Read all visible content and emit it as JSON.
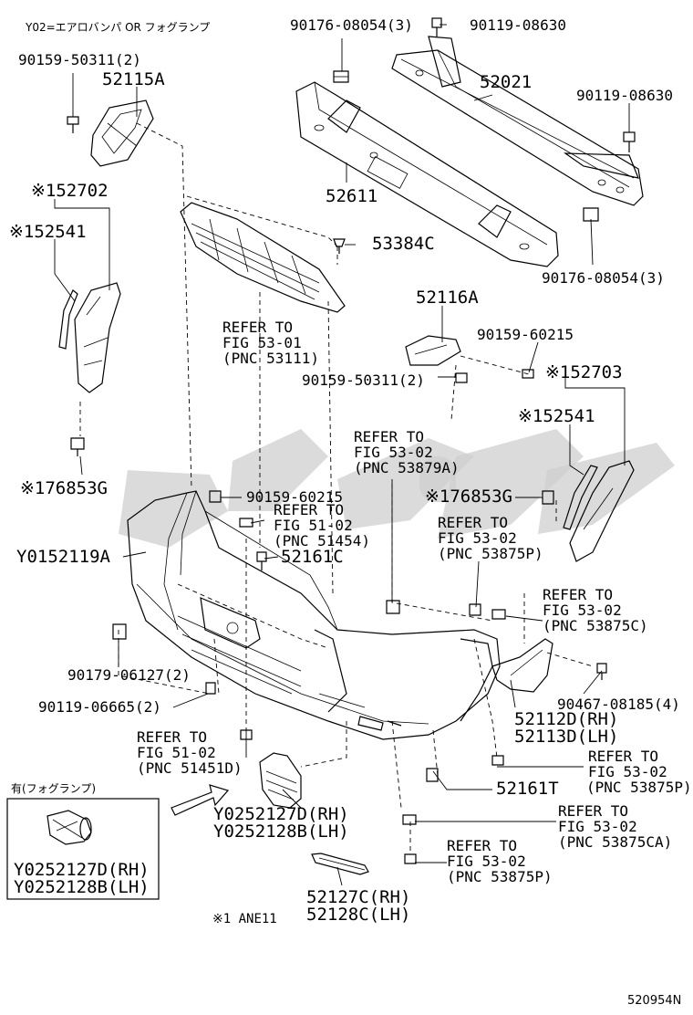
{
  "header_note": "Y02=エアロバンパ OR フォグランプ",
  "footnote": "※1 ANE11",
  "figure_code": "520954N",
  "inset_title": "有(フォグランプ)",
  "parts": {
    "p90176_top": "90176-08054(3)",
    "p90119_top": "90119-08630",
    "p90159_50311_a": "90159-50311(2)",
    "p52115A": "52115A",
    "p52021": "52021",
    "p90119_right": "90119-08630",
    "p52702": "※152702",
    "p52611": "52611",
    "p52541_left": "※152541",
    "p53384C": "53384C",
    "p90176_right": "90176-08054(3)",
    "p52116A": "52116A",
    "p90159_60215_a": "90159-60215",
    "p90159_50311_b": "90159-50311(2)",
    "p52703": "※152703",
    "p52541_right": "※152541",
    "p76853G_left": "※176853G",
    "p90159_60215_b": "90159-60215",
    "p76853G_right": "※176853G",
    "pY0152119A": "Y0152119A",
    "p52161C": "52161C",
    "p90179": "90179-06127(2)",
    "p90119_06665": "90119-06665(2)",
    "p52112D": "52112D(RH)",
    "p52113D": "52113D(LH)",
    "p90467": "90467-08185(4)",
    "p52161T": "52161T",
    "pY0252127D": "Y0252127D(RH)",
    "pY0252128B": "Y0252128B(LH)",
    "pY0252127D_inset": "Y0252127D(RH)",
    "pY0252128B_inset": "Y0252128B(LH)",
    "p52127C": "52127C(RH)",
    "p52128C": "52128C(LH)"
  },
  "refs": {
    "r53111": {
      "l1": "REFER TO",
      "l2": "FIG 53-01",
      "l3": "(PNC 53111)"
    },
    "r53879A": {
      "l1": "REFER TO",
      "l2": "FIG 53-02",
      "l3": "(PNC 53879A)"
    },
    "r51454": {
      "l1": "REFER TO",
      "l2": "FIG 51-02",
      "l3": "(PNC 51454)"
    },
    "r53875P_a": {
      "l1": "REFER TO",
      "l2": "FIG 53-02",
      "l3": "(PNC 53875P)"
    },
    "r53875C": {
      "l1": "REFER TO",
      "l2": "FIG 53-02",
      "l3": "(PNC 53875C)"
    },
    "r51451D": {
      "l1": "REFER TO",
      "l2": "FIG 51-02",
      "l3": "(PNC 51451D)"
    },
    "r53875P_b": {
      "l1": "REFER TO",
      "l2": "FIG 53-02",
      "l3": "(PNC 53875P)"
    },
    "r53875CA": {
      "l1": "REFER TO",
      "l2": "FIG 53-02",
      "l3": "(PNC 53875CA)"
    },
    "r53875P_c": {
      "l1": "REFER TO",
      "l2": "FIG 53-02",
      "l3": "(PNC 53875P)"
    }
  },
  "colors": {
    "line": "#000000",
    "watermark": "#c8c8c8"
  }
}
